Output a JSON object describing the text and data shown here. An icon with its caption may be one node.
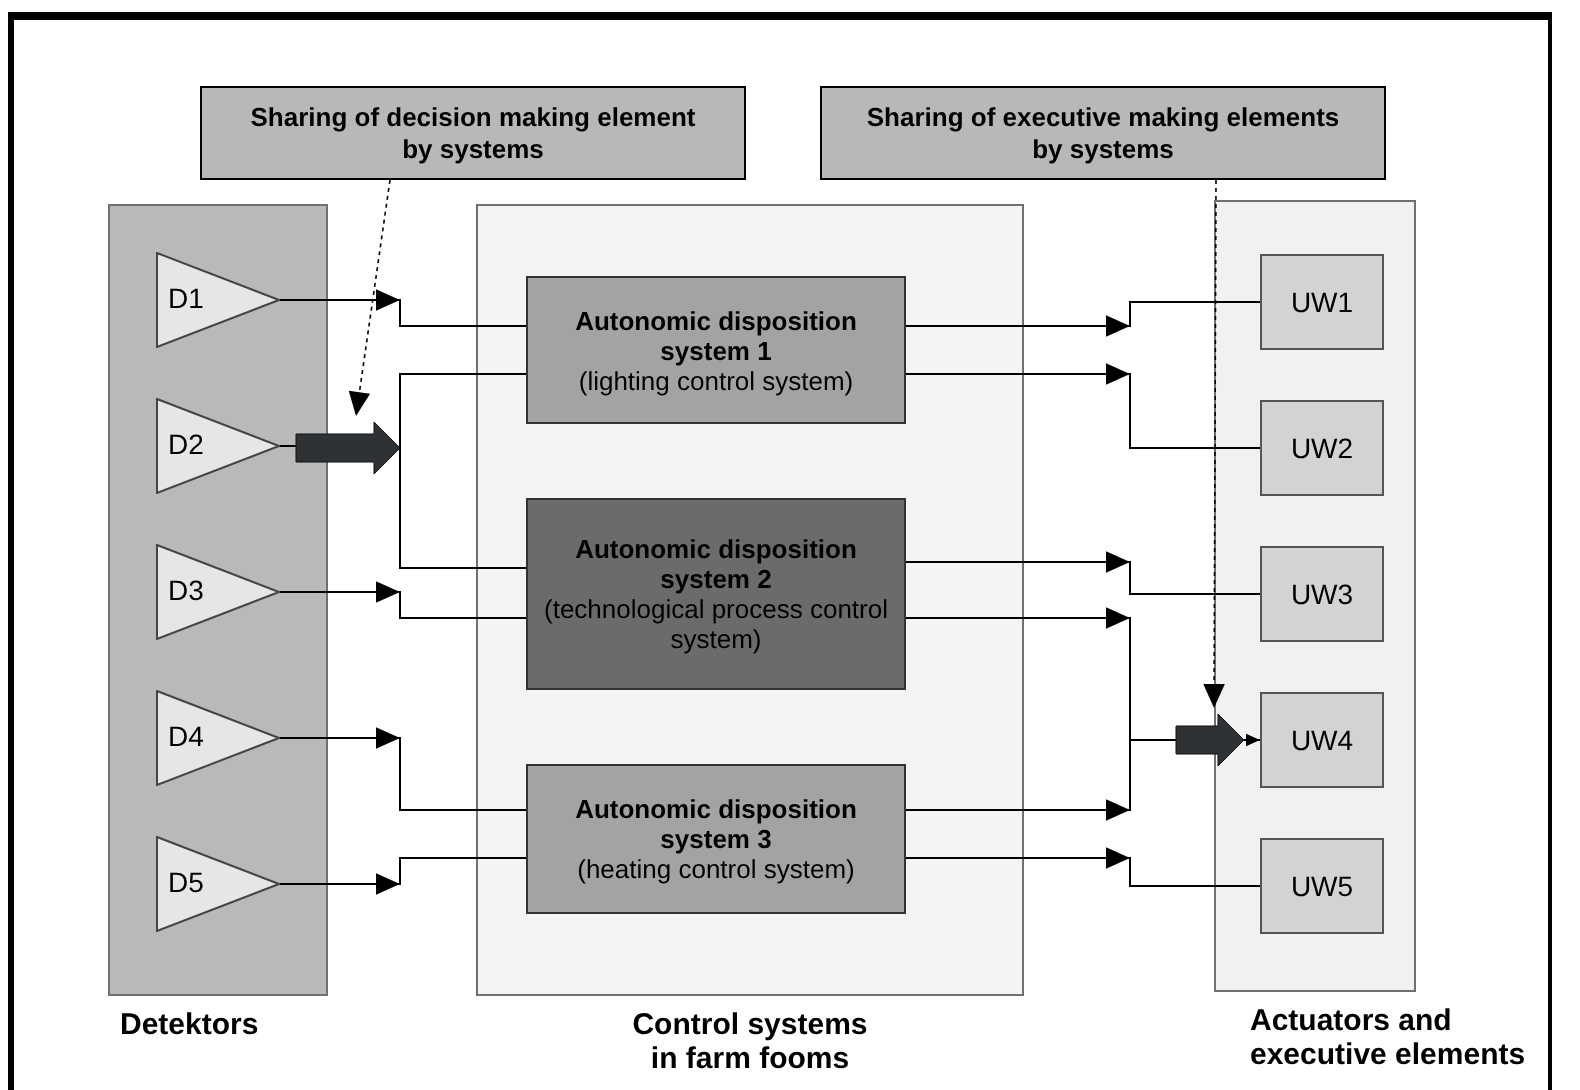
{
  "diagram": {
    "nodes": [
      {
        "text": [
          "Detektors"
        ]
      },
      {
        "text": [
          "D1"
        ],
        "in": 0
      },
      {
        "text": [
          "D2"
        ],
        "in": 0
      },
      {
        "text": [
          "D3"
        ],
        "in": 0
      },
      {
        "text": [
          "D4"
        ],
        "in": 0
      },
      {
        "text": [
          "D5"
        ],
        "in": 0
      },
      {
        "text": [
          "Control systems in farm fooms"
        ]
      },
      {
        "text": [
          "Autonomic disposition system 1",
          "(lighting control system)"
        ],
        "in": 6
      },
      {
        "text": [
          "Autonomic disposition system 2",
          "(technological process control system)"
        ],
        "in": 6
      },
      {
        "text": [
          "Autonomic disposition system 3",
          "(heating control system)"
        ],
        "in": 6
      },
      {
        "text": [
          "Actuators and executive elements"
        ]
      },
      {
        "text": [
          "UW1"
        ],
        "in": 10
      },
      {
        "text": [
          "UW2"
        ],
        "in": 10
      },
      {
        "text": [
          "UW3"
        ],
        "in": 10
      },
      {
        "text": [
          "UW4"
        ],
        "in": 10
      },
      {
        "text": [
          "UW5"
        ],
        "in": 10
      },
      {
        "text": [
          "Sharing of decision making element by systems"
        ]
      },
      {
        "text": [
          "Sharing of executive making elements by systems"
        ]
      },
      {
        "text": [],
        "shape": "arrow"
      },
      {
        "text": [],
        "shape": "arrow"
      }
    ],
    "edges": [
      {
        "from": 1,
        "to": 7,
        "arrow": "to"
      },
      {
        "from": 2,
        "to": 18,
        "arrow": "none"
      },
      {
        "from": 18,
        "to": 7,
        "arrow": "none"
      },
      {
        "from": 18,
        "to": 8,
        "arrow": "none"
      },
      {
        "from": 3,
        "to": 8,
        "arrow": "to"
      },
      {
        "from": 4,
        "to": 9,
        "arrow": "to"
      },
      {
        "from": 5,
        "to": 9,
        "arrow": "to"
      },
      {
        "from": 7,
        "to": 11,
        "arrow": "to"
      },
      {
        "from": 7,
        "to": 12,
        "arrow": "to"
      },
      {
        "from": 8,
        "to": 13,
        "arrow": "to"
      },
      {
        "from": 8,
        "to": 19,
        "arrow": "to"
      },
      {
        "from": 9,
        "to": 19,
        "arrow": "to"
      },
      {
        "from": 19,
        "to": 14,
        "arrow": "to"
      },
      {
        "from": 9,
        "to": 15,
        "arrow": "to"
      },
      {
        "from": 16,
        "to": 18,
        "arrow": "to",
        "style": "dashed"
      },
      {
        "from": 17,
        "to": 19,
        "arrow": "to",
        "style": "dashed"
      }
    ]
  }
}
